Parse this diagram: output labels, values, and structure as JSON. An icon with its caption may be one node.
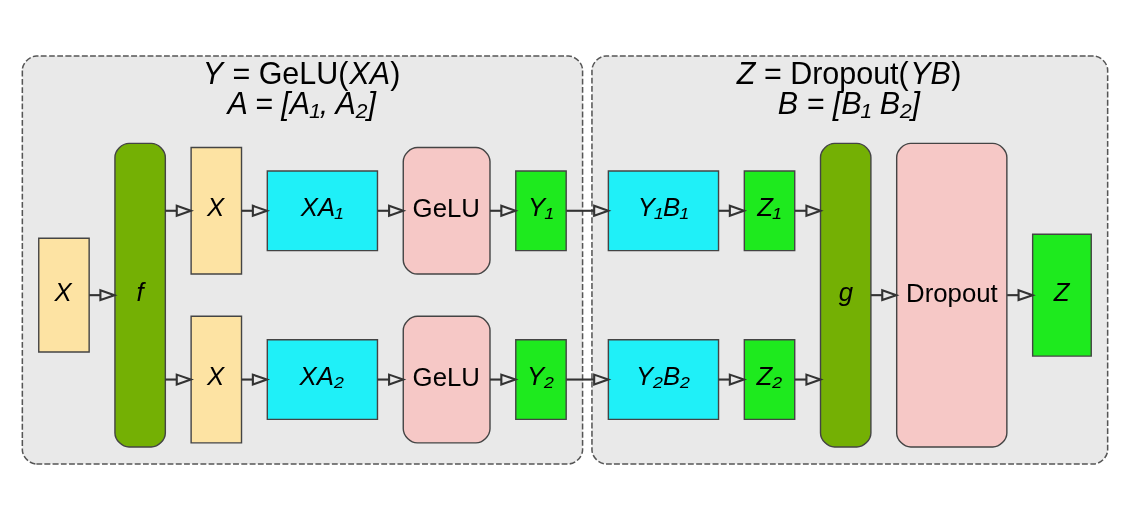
{
  "diagram": {
    "nodes": [
      {
        "text": [
          "*Y* = GeLU(*XA*)",
          "A = [A₁, A₂]"
        ]
      },
      {
        "text": [
          "X"
        ],
        "in": 0
      },
      {
        "text": [
          "f"
        ],
        "in": 0
      },
      {
        "text": [
          "X"
        ],
        "in": 0
      },
      {
        "text": [
          "XA₁"
        ],
        "in": 0
      },
      {
        "text": [
          "GeLU"
        ],
        "in": 0
      },
      {
        "text": [
          "Y₁"
        ],
        "in": 0
      },
      {
        "text": [
          "X"
        ],
        "in": 0
      },
      {
        "text": [
          "XA₂"
        ],
        "in": 0
      },
      {
        "text": [
          "GeLU"
        ],
        "in": 0
      },
      {
        "text": [
          "Y₂"
        ],
        "in": 0
      },
      {
        "text": [
          "*Z* = Dropout(*YB*)",
          "B = [B₁ B₂]"
        ]
      },
      {
        "text": [
          "Y₁B₁"
        ],
        "in": 11
      },
      {
        "text": [
          "Z₁"
        ],
        "in": 11
      },
      {
        "text": [
          "Y₂B₂"
        ],
        "in": 11
      },
      {
        "text": [
          "Z₂"
        ],
        "in": 11
      },
      {
        "text": [
          "g"
        ],
        "in": 11
      },
      {
        "text": [
          "Dropout"
        ],
        "in": 11
      },
      {
        "text": [
          "Z"
        ],
        "in": 11
      }
    ],
    "edges": [
      {
        "from": 1,
        "to": 2,
        "arrow": "to"
      },
      {
        "from": 2,
        "to": 3,
        "arrow": "to"
      },
      {
        "from": 2,
        "to": 7,
        "arrow": "to"
      },
      {
        "from": 3,
        "to": 4,
        "arrow": "to"
      },
      {
        "from": 4,
        "to": 5,
        "arrow": "to"
      },
      {
        "from": 5,
        "to": 6,
        "arrow": "to"
      },
      {
        "from": 7,
        "to": 8,
        "arrow": "to"
      },
      {
        "from": 8,
        "to": 9,
        "arrow": "to"
      },
      {
        "from": 9,
        "to": 10,
        "arrow": "to"
      },
      {
        "from": 6,
        "to": 12,
        "arrow": "to"
      },
      {
        "from": 10,
        "to": 14,
        "arrow": "to"
      },
      {
        "from": 12,
        "to": 13,
        "arrow": "to"
      },
      {
        "from": 14,
        "to": 15,
        "arrow": "to"
      },
      {
        "from": 13,
        "to": 16,
        "arrow": "to"
      },
      {
        "from": 15,
        "to": 16,
        "arrow": "to"
      },
      {
        "from": 16,
        "to": 17,
        "arrow": "to"
      },
      {
        "from": 17,
        "to": 18,
        "arrow": "to"
      }
    ]
  }
}
